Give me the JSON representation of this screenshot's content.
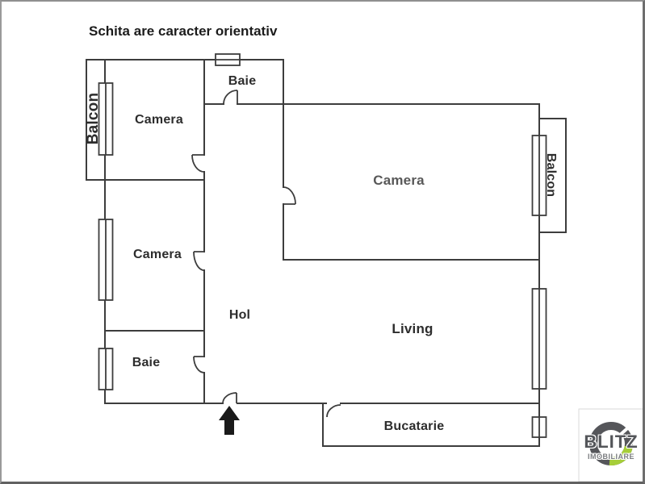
{
  "title": "Schita are caracter orientativ",
  "rooms": {
    "balcon_left": "Balcon",
    "camera1": "Camera",
    "baie1": "Baie",
    "camera_big": "Camera",
    "balcon_right": "Balcon",
    "camera2": "Camera",
    "hol": "Hol",
    "living": "Living",
    "baie2": "Baie",
    "bucatarie": "Bucatarie"
  },
  "logo": {
    "brand": "BLITZ",
    "subtitle": "IMOBILIARE"
  },
  "colors": {
    "wall": "#3d3d3d",
    "label": "#2d2d2d",
    "label_muted": "#585858",
    "arrow_black": "#1a1a1a",
    "logo_gray": "#55565a",
    "logo_green": "#a6ce39"
  }
}
